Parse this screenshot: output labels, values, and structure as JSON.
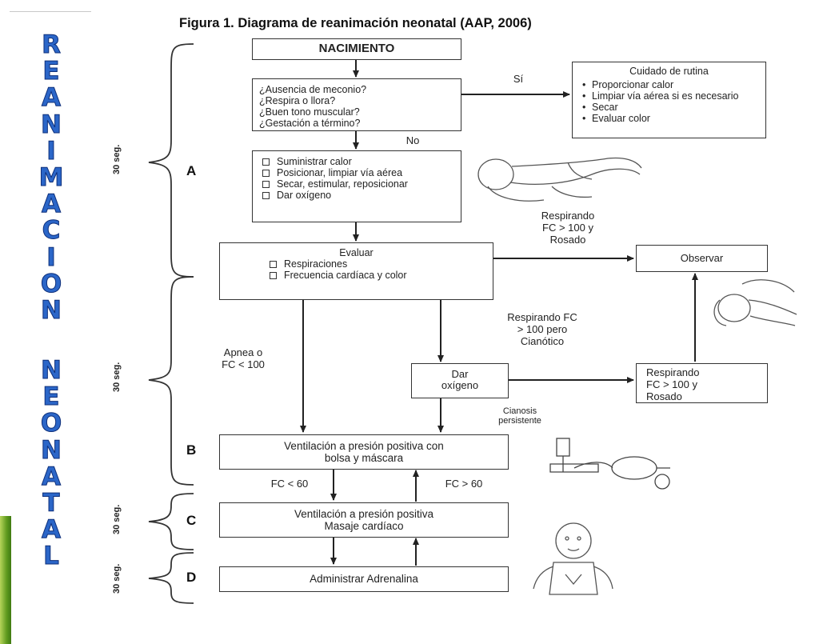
{
  "side_word_top": [
    "R",
    "E",
    "A",
    "N",
    "I",
    "M",
    "A",
    "C",
    "I",
    "O",
    "N"
  ],
  "side_word_bottom": [
    "N",
    "E",
    "O",
    "N",
    "A",
    "T",
    "A",
    "L"
  ],
  "title": "Figura 1. Diagrama de reanimación neonatal (AAP, 2006)",
  "nacimiento": "NACIMIENTO",
  "questions": [
    "¿Ausencia de meconio?",
    "¿Respira o llora?",
    "¿Buen tono muscular?",
    "¿Gestación a término?"
  ],
  "si_label": "Sí",
  "no_label": "No",
  "routine": {
    "title": "Cuidado de rutina",
    "items": [
      "Proporcionar calor",
      "Limpiar vía aérea si es necesario",
      "Secar",
      "Evaluar color"
    ]
  },
  "steps_a": [
    "Suministrar calor",
    "Posicionar, limpiar vía aérea",
    "Secar, estimular, reposicionar",
    "Dar oxígeno"
  ],
  "breathing_pink_1": [
    "Respirando",
    "FC > 100 y",
    "Rosado"
  ],
  "evaluar": {
    "title": "Evaluar",
    "items": [
      "Respiraciones",
      "Frecuencia cardíaca y color"
    ]
  },
  "observar": "Observar",
  "cyanotic_label": [
    "Respirando FC",
    "> 100 pero",
    "Cianótico"
  ],
  "apnea_label": [
    "Apnea o",
    "FC < 100"
  ],
  "dar_oxigeno": [
    "Dar",
    "oxígeno"
  ],
  "breathing_pink_2": [
    "Respirando",
    "FC > 100 y",
    "Rosado"
  ],
  "cianosis_label": [
    "Cianosis",
    "persistente"
  ],
  "ventilation_b": [
    "Ventilación a presión positiva con",
    "bolsa y máscara"
  ],
  "fc_lt_60": "FC < 60",
  "fc_gt_60": "FC > 60",
  "ventilation_c": [
    "Ventilación a presión positiva",
    "Masaje cardíaco"
  ],
  "adrenalina": "Administrar Adrenalina",
  "letters": {
    "a": "A",
    "b": "B",
    "c": "C",
    "d": "D"
  },
  "time_labels": {
    "t1": "30 seg.",
    "t2": "30 seg.",
    "t3": "30 seg.",
    "t4": "30 seg."
  },
  "colors": {
    "side_word": "#2b66c8",
    "accent_green": "#5e9a1e",
    "line": "#222222"
  }
}
